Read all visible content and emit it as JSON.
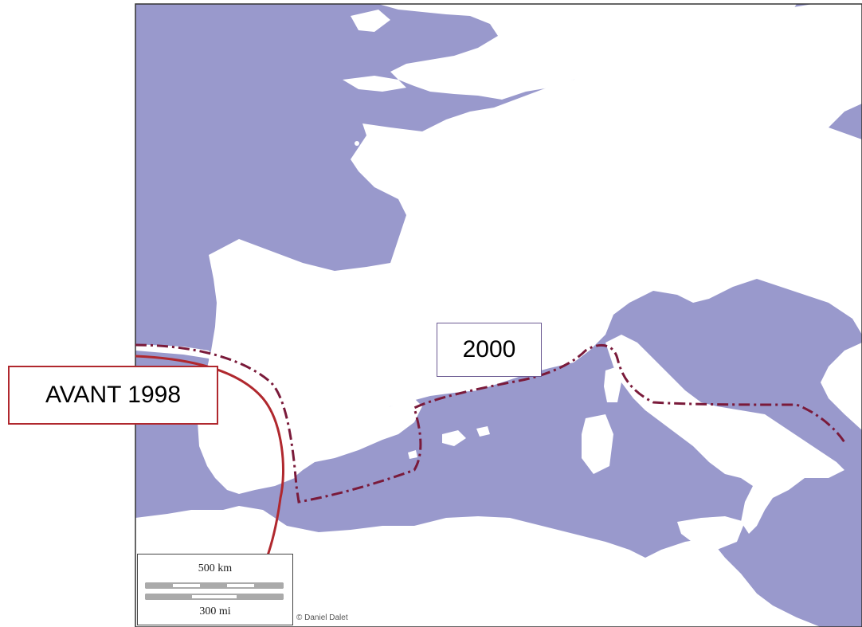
{
  "labels": {
    "avant": "AVANT 1998",
    "year_2000": "2000"
  },
  "scale": {
    "km": "500 km",
    "mi": "300 mi"
  },
  "credit": "© Daniel Dalet",
  "colors": {
    "sea": "#9999cc",
    "land": "#ffffff",
    "border_line": "#b0282e",
    "dash_line": "#7a1a3a",
    "avant_box_border": "#b0282e",
    "box_2000_border": "#6b5a92"
  }
}
